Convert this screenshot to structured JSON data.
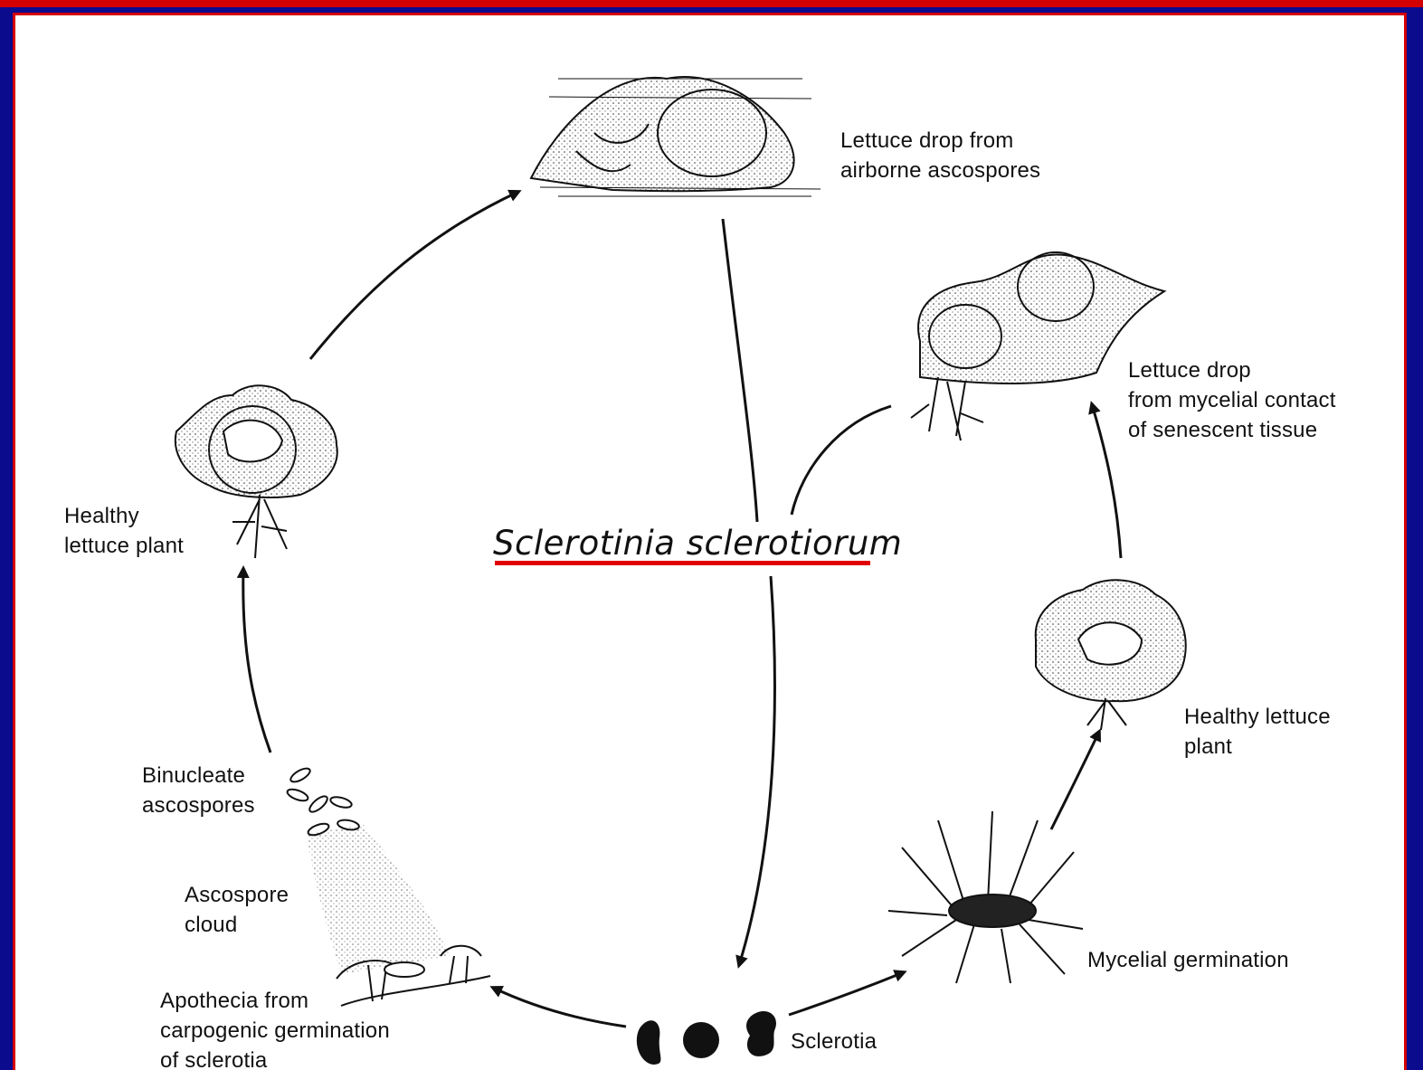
{
  "colors": {
    "background": "#0b0b8e",
    "border": "#d40000",
    "panel": "#ffffff",
    "ink": "#111111",
    "underline": "#e00000"
  },
  "title": "Sclerotinia sclerotiorum",
  "labels": {
    "lettuce_drop_airborne": "Lettuce drop from\nairborne ascospores",
    "lettuce_drop_mycelial": "Lettuce drop\nfrom mycelial contact\nof senescent tissue",
    "healthy_left": "Healthy\nlettuce plant",
    "healthy_right": "Healthy lettuce\nplant",
    "binucleate": "Binucleate\nascospores",
    "ascospore_cloud": "Ascospore\ncloud",
    "apothecia": "Apothecia from\ncarpogenic germination\nof sclerotia",
    "mycelial_germination": "Mycelial germination",
    "sclerotia": "Sclerotia"
  },
  "icons": [
    "diseased-lettuce-airborne-icon",
    "diseased-lettuce-mycelial-icon",
    "healthy-lettuce-left-icon",
    "healthy-lettuce-right-icon",
    "ascospores-icon",
    "ascospore-cloud-icon",
    "apothecia-icon",
    "mycelial-germination-icon",
    "sclerotia-icon"
  ]
}
